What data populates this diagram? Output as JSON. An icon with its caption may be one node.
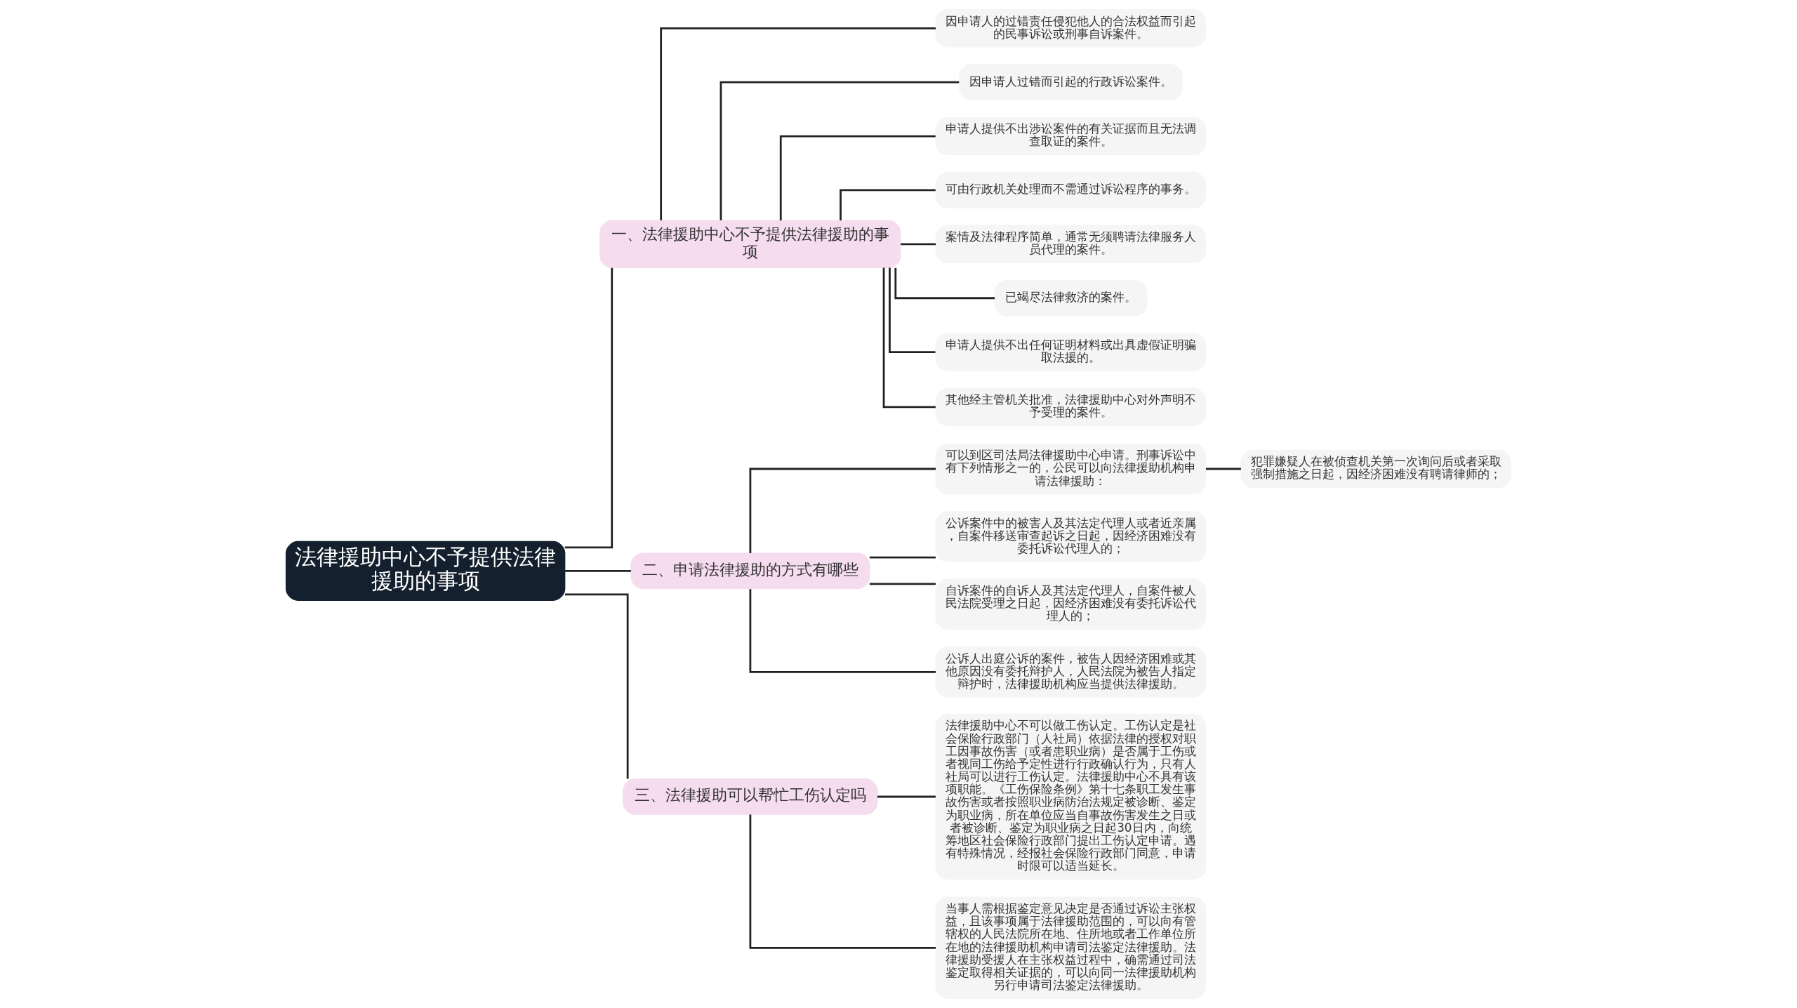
{
  "diagram": {
    "nodes": [
      {
        "text": [
          "法律援助中心不予提供法律援助的事项"
        ]
      },
      {
        "text": [
          "一、法律援助中心不予提供法律援助的事项"
        ]
      },
      {
        "text": [
          "因申请人的过错责任侵犯他人的合法权益而引起的民事诉讼或刑事自诉案件。"
        ]
      },
      {
        "text": [
          "因申请人过错而引起的行政诉讼案件。"
        ]
      },
      {
        "text": [
          "申请人提供不出涉讼案件的有关证据而且无法调查取证的案件。"
        ]
      },
      {
        "text": [
          "可由行政机关处理而不需通过诉讼程序的事务。"
        ]
      },
      {
        "text": [
          "案情及法律程序简单，通常无须聘请法律服务人员代理的案件。"
        ]
      },
      {
        "text": [
          "已竭尽法律救济的案件。"
        ]
      },
      {
        "text": [
          "申请人提供不出任何证明材料或出具虚假证明骗取法援的。"
        ]
      },
      {
        "text": [
          "其他经主管机关批准，法律援助中心对外声明不予受理的案件。"
        ]
      },
      {
        "text": [
          "二、申请法律援助的方式有哪些"
        ]
      },
      {
        "text": [
          "可以到区司法局法律援助中心申请。刑事诉讼中有下列情形之一的，公民可以向法律援助机构申请法律援助："
        ]
      },
      {
        "text": [
          "犯罪嫌疑人在被侦查机关第一次询问后或者采取强制措施之日起，因经济困难没有聘请律师的；"
        ]
      },
      {
        "text": [
          "公诉案件中的被害人及其法定代理人或者近亲属，自案件移送审查起诉之日起，因经济困难没有委托诉讼代理人的；"
        ]
      },
      {
        "text": [
          "自诉案件的自诉人及其法定代理人，自案件被人民法院受理之日起，因经济困难没有委托诉讼代理人的；"
        ]
      },
      {
        "text": [
          "公诉人出庭公诉的案件，被告人因经济困难或其他原因没有委托辩护人，人民法院为被告人指定辩护时，法律援助机构应当提供法律援助。"
        ]
      },
      {
        "text": [
          "三、法律援助可以帮忙工伤认定吗"
        ]
      },
      {
        "text": [
          "法律援助中心不可以做工伤认定。工伤认定是社会保险行政部门（人社局）依据法律的授权对职工因事故伤害（或者患职业病）是否属于工伤或者视同工伤给予定性进行行政确认行为，只有人社局可以进行工伤认定。法律援助中心不具有该项职能。《工伤保险条例》第十七条职工发生事故伤害或者按照职业病防治法规定被诊断、鉴定为职业病，所在单位应当自事故伤害发生之日或者被诊断、鉴定为职业病之日起30日内，向统筹地区社会保险行政部门提出工伤认定申请。遇有特殊情况，经报社会保险行政部门同意，申请时限可以适当延长。"
        ]
      },
      {
        "text": [
          "当事人需根据鉴定意见决定是否通过诉讼主张权益，且该事项属于法律援助范围的，可以向有管辖权的人民法院所在地、住所地或者工作单位所在地的法律援助机构申请司法鉴定法律援助。法律援助受援人在主张权益过程中，确需通过司法鉴定取得相关证据的，可以向同一法律援助机构另行申请司法鉴定法律援助。"
        ]
      }
    ],
    "edges": [
      {
        "from": 0,
        "to": 1,
        "arrow": "none"
      },
      {
        "from": 1,
        "to": 2,
        "arrow": "none"
      },
      {
        "from": 1,
        "to": 3,
        "arrow": "none"
      },
      {
        "from": 1,
        "to": 4,
        "arrow": "none"
      },
      {
        "from": 1,
        "to": 5,
        "arrow": "none"
      },
      {
        "from": 1,
        "to": 6,
        "arrow": "none"
      },
      {
        "from": 1,
        "to": 7,
        "arrow": "none"
      },
      {
        "from": 1,
        "to": 8,
        "arrow": "none"
      },
      {
        "from": 1,
        "to": 9,
        "arrow": "none"
      },
      {
        "from": 0,
        "to": 10,
        "arrow": "none"
      },
      {
        "from": 10,
        "to": 11,
        "arrow": "none"
      },
      {
        "from": 11,
        "to": 12,
        "arrow": "none"
      },
      {
        "from": 10,
        "to": 13,
        "arrow": "none"
      },
      {
        "from": 10,
        "to": 14,
        "arrow": "none"
      },
      {
        "from": 10,
        "to": 15,
        "arrow": "none"
      },
      {
        "from": 0,
        "to": 16,
        "arrow": "none"
      },
      {
        "from": 16,
        "to": 17,
        "arrow": "none"
      },
      {
        "from": 16,
        "to": 18,
        "arrow": "none"
      }
    ]
  }
}
